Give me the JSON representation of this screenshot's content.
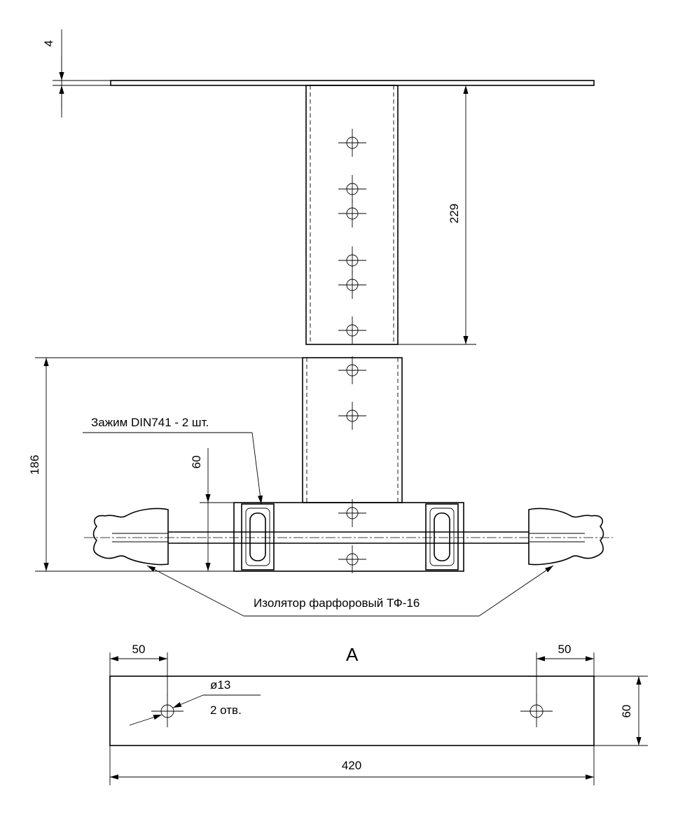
{
  "dimensions": {
    "plate_thickness": "4",
    "bracket_height": "229",
    "assembly_height": "186",
    "clamp_height": "60",
    "hole_offset_left": "50",
    "hole_offset_right": "50",
    "plate_width": "60",
    "plate_length": "420",
    "hole_diameter": "ø13",
    "hole_count": "2 отв."
  },
  "callouts": {
    "clamp": "Зажим DIN741 - 2 шт.",
    "insulator": "Изолятор фарфоровый ТФ-16"
  },
  "views": {
    "section_a": "А"
  }
}
